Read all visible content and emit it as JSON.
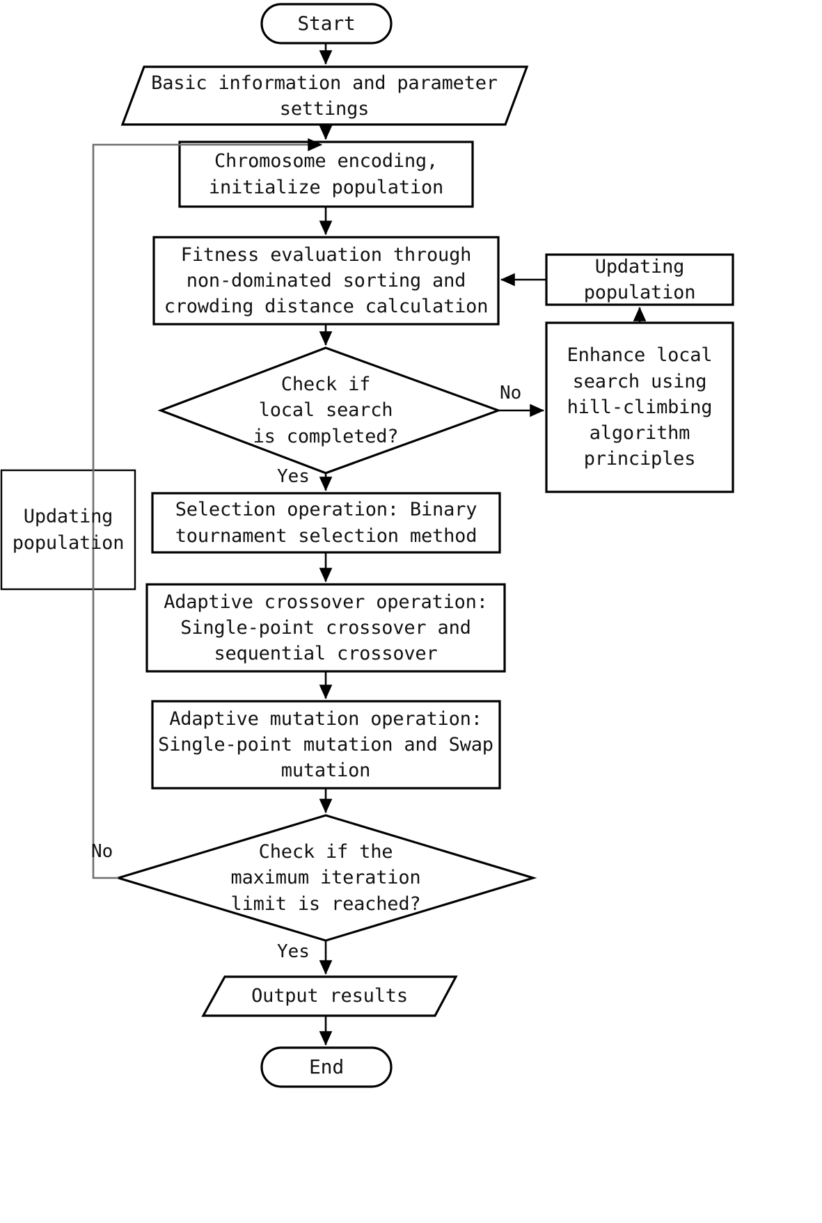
{
  "diagram": {
    "title": "Improved NSGA-II with hill-climbing local search flowchart",
    "type": "flowchart",
    "colors": {
      "stroke": "#000000",
      "fill": "#ffffff",
      "text": "#111111",
      "feedback_line": "#6e6e6e"
    }
  },
  "nodes": {
    "start": {
      "label": "Start",
      "shape": "terminator"
    },
    "basic_info": {
      "label": "Basic information and parameter\nsettings",
      "shape": "parallelogram"
    },
    "chromosome": {
      "label": "Chromosome encoding,\ninitialize population",
      "shape": "rectangle"
    },
    "fitness": {
      "label": "Fitness evaluation through\nnon-dominated sorting and\ncrowding distance calculation",
      "shape": "rectangle"
    },
    "check_local": {
      "label": "Check if\nlocal search\nis completed?",
      "shape": "diamond"
    },
    "enhance_local": {
      "label": "Enhance local\nsearch using\nhill-climbing\nalgorithm\nprinciples",
      "shape": "rectangle"
    },
    "updating_right": {
      "label": "Updating\npopulation",
      "shape": "rectangle"
    },
    "updating_left": {
      "label": "Updating\npopulation",
      "shape": "rectangle"
    },
    "selection": {
      "label": "Selection operation: Binary\ntournament selection method",
      "shape": "rectangle"
    },
    "crossover": {
      "label": "Adaptive crossover operation:\nSingle-point crossover and\nsequential crossover",
      "shape": "rectangle"
    },
    "mutation": {
      "label": "Adaptive mutation operation:\nSingle-point mutation and Swap\nmutation",
      "shape": "rectangle"
    },
    "check_iter": {
      "label": "Check if the\nmaximum iteration\nlimit is reached?",
      "shape": "diamond"
    },
    "output": {
      "label": "Output results",
      "shape": "parallelogram"
    },
    "end": {
      "label": "End",
      "shape": "terminator"
    }
  },
  "edge_labels": {
    "local_no": "No",
    "local_yes": "Yes",
    "iter_no": "No",
    "iter_yes": "Yes"
  }
}
